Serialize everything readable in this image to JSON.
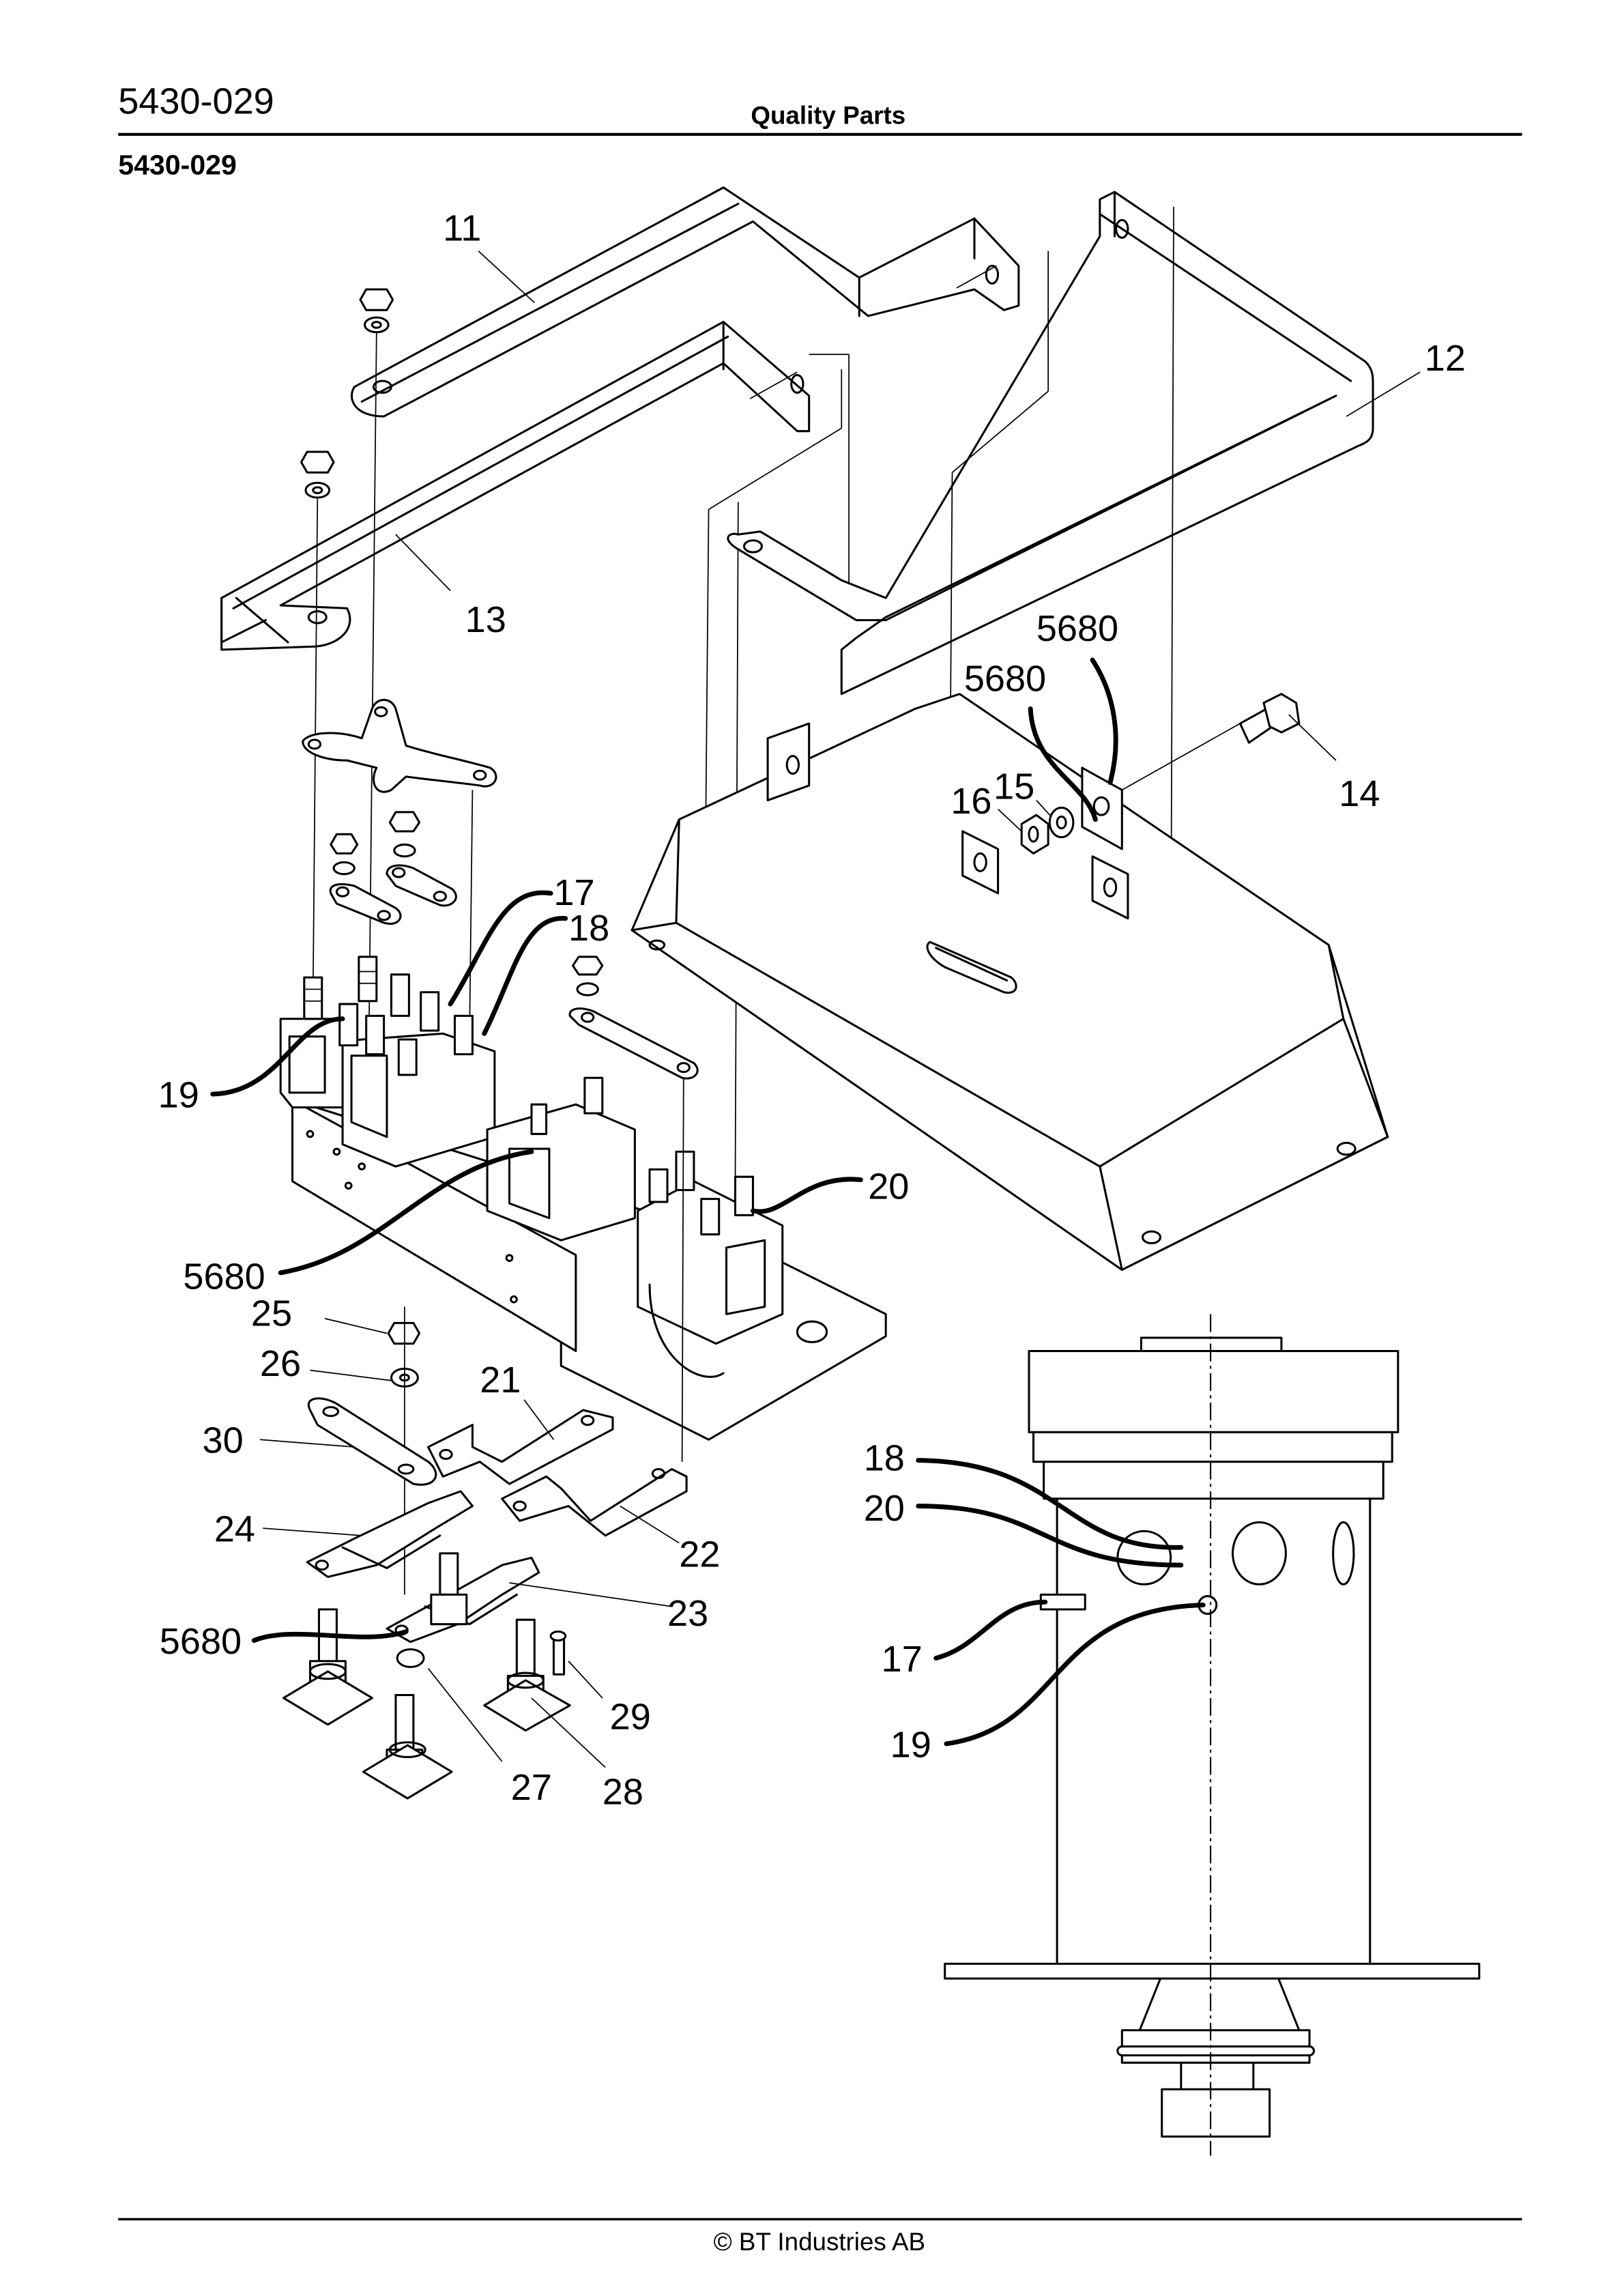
{
  "header": {
    "page_code": "5430-029",
    "title": "Quality Parts",
    "section_code": "5430-029"
  },
  "footer": {
    "copyright": "© BT Industries AB"
  },
  "diagram": {
    "callouts": {
      "c11": "11",
      "c12": "12",
      "c13": "13",
      "c14": "14",
      "c15": "15",
      "c16": "16",
      "c17a": "17",
      "c18a": "18",
      "c19a": "19",
      "c20a": "20",
      "c5680a": "5680",
      "c5680b": "5680",
      "c5680c": "5680",
      "c5680d": "5680",
      "c25": "25",
      "c26": "26",
      "c21": "21",
      "c30": "30",
      "c24": "24",
      "c22": "22",
      "c23": "23",
      "c29": "29",
      "c27": "27",
      "c28": "28",
      "c18b": "18",
      "c20b": "20",
      "c17b": "17",
      "c19b": "19"
    }
  }
}
